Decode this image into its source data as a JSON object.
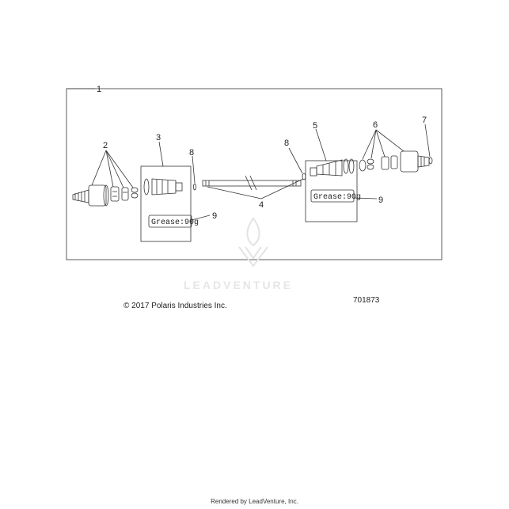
{
  "callouts": {
    "c1": "1",
    "c2": "2",
    "c3": "3",
    "c4": "4",
    "c5": "5",
    "c6": "6",
    "c7": "7",
    "c8a": "8",
    "c8b": "8",
    "c9a": "9",
    "c9b": "9"
  },
  "grease_labels": {
    "left": "Grease:90g",
    "right": "Grease:90g"
  },
  "watermark": {
    "text": "LEADVENTURE"
  },
  "copyright": "© 2017 Polaris Industries Inc.",
  "part_number": "701873",
  "footer": "Rendered by LeadVenture, Inc."
}
